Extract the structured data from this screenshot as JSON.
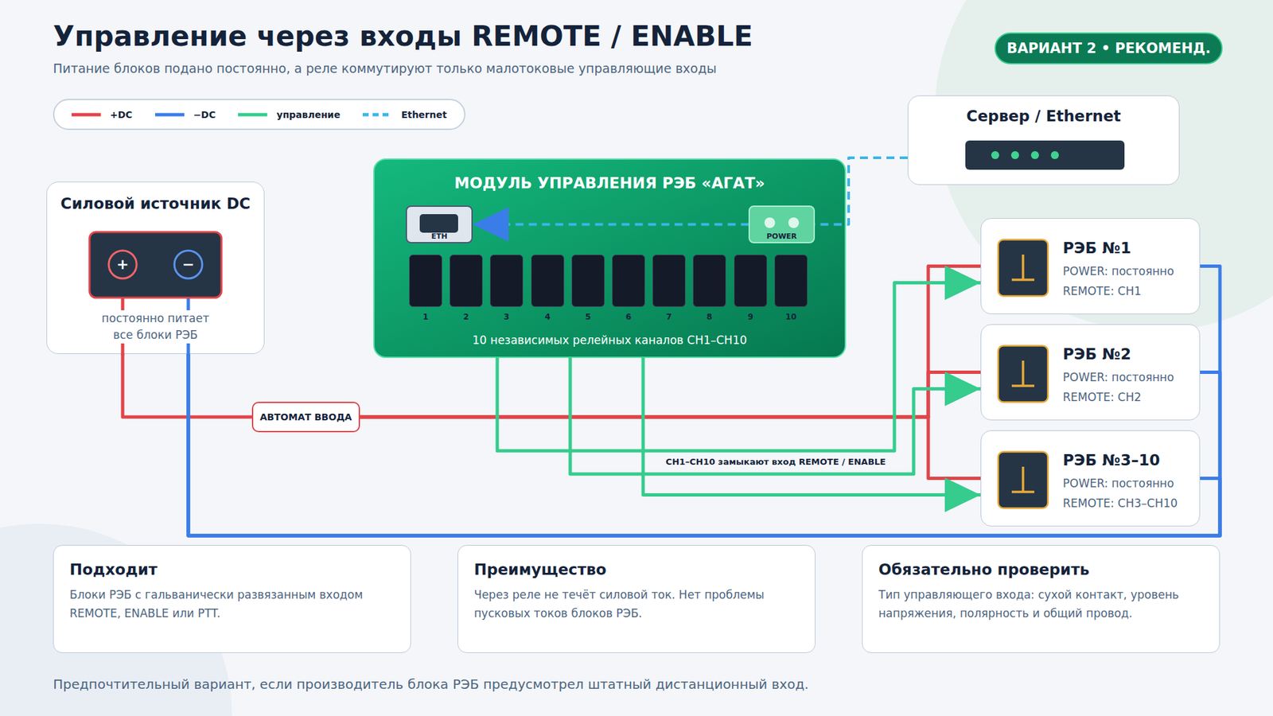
{
  "diagram": {
    "title": "Управление через входы REMOTE / ENABLE",
    "caption": "Предпочтительный вариант, если производитель блока РЭБ предусмотрел штатный дистанционный вход.",
    "nodes": [
      {
        "text": [
          "Силовой источник DC",
          "постоянно питает все блоки РЭБ"
        ]
      },
      {
        "text": [
          "МОДУЛЬ УПРАВЛЕНИЯ РЭБ «АГАТ»",
          "10 независимых релейных каналов CH1–CH10"
        ]
      },
      {
        "text": [
          "ETH"
        ],
        "in": 1
      },
      {
        "text": [
          "POWER"
        ],
        "in": 1
      },
      {
        "text": [
          "1"
        ],
        "in": 1
      },
      {
        "text": [
          "2"
        ],
        "in": 1
      },
      {
        "text": [
          "3"
        ],
        "in": 1
      },
      {
        "text": [
          "4"
        ],
        "in": 1
      },
      {
        "text": [
          "5"
        ],
        "in": 1
      },
      {
        "text": [
          "6"
        ],
        "in": 1
      },
      {
        "text": [
          "7"
        ],
        "in": 1
      },
      {
        "text": [
          "8"
        ],
        "in": 1
      },
      {
        "text": [
          "9"
        ],
        "in": 1
      },
      {
        "text": [
          "10"
        ],
        "in": 1
      },
      {
        "text": [
          "Сервер / Ethernet"
        ]
      },
      {
        "text": [
          "РЭБ №1",
          "POWER: постоянно",
          "REMOTE: CH1"
        ]
      },
      {
        "text": [
          "РЭБ №2",
          "POWER: постоянно",
          "REMOTE: CH2"
        ]
      },
      {
        "text": [
          "РЭБ №3–10",
          "POWER: постоянно",
          "REMOTE: CH3–CH10"
        ]
      },
      {
        "text": [
          "АВТОМАТ ВВОДА"
        ]
      },
      {
        "text": [
          "Подходит",
          "Блоки РЭБ с гальванически развязанным входом REMOTE, ENABLE или PTT."
        ]
      },
      {
        "text": [
          "Преимущество",
          "Через реле не течёт силовой ток. Нет проблемы пусковых токов блоков РЭБ."
        ]
      },
      {
        "text": [
          "Обязательно проверить",
          "Тип управляющего входа: сухой контакт, уровень напряжения, полярность и общий провод."
        ]
      }
    ],
    "edges": [
      {
        "from": 14,
        "to": 2,
        "arrow": "to"
      },
      {
        "from": 0,
        "to": 18,
        "arrow": "none"
      },
      {
        "from": 18,
        "to": 15,
        "arrow": "none"
      },
      {
        "from": 18,
        "to": 16,
        "arrow": "none"
      },
      {
        "from": 18,
        "to": 17,
        "arrow": "none"
      },
      {
        "from": 0,
        "to": 15,
        "arrow": "none"
      },
      {
        "from": 0,
        "to": 16,
        "arrow": "none"
      },
      {
        "from": 0,
        "to": 17,
        "arrow": "none"
      },
      {
        "from": 1,
        "to": 15,
        "arrow": "to"
      },
      {
        "from": 1,
        "to": 16,
        "arrow": "to"
      },
      {
        "from": 1,
        "to": 17,
        "arrow": "to"
      }
    ],
    "labels": [
      "Питание блоков подано постоянно, а реле коммутируют только малотоковые управляющие входы",
      "ВАРИАНТ 2 • РЕКОМЕНД.",
      "+",
      "−",
      "CH1–CH10 замыкают вход REMOTE / ENABLE"
    ],
    "legend": [
      {
        "text": "+DC"
      },
      {
        "text": "−DC"
      },
      {
        "text": "управление"
      },
      {
        "text": "Ethernet"
      }
    ]
  }
}
